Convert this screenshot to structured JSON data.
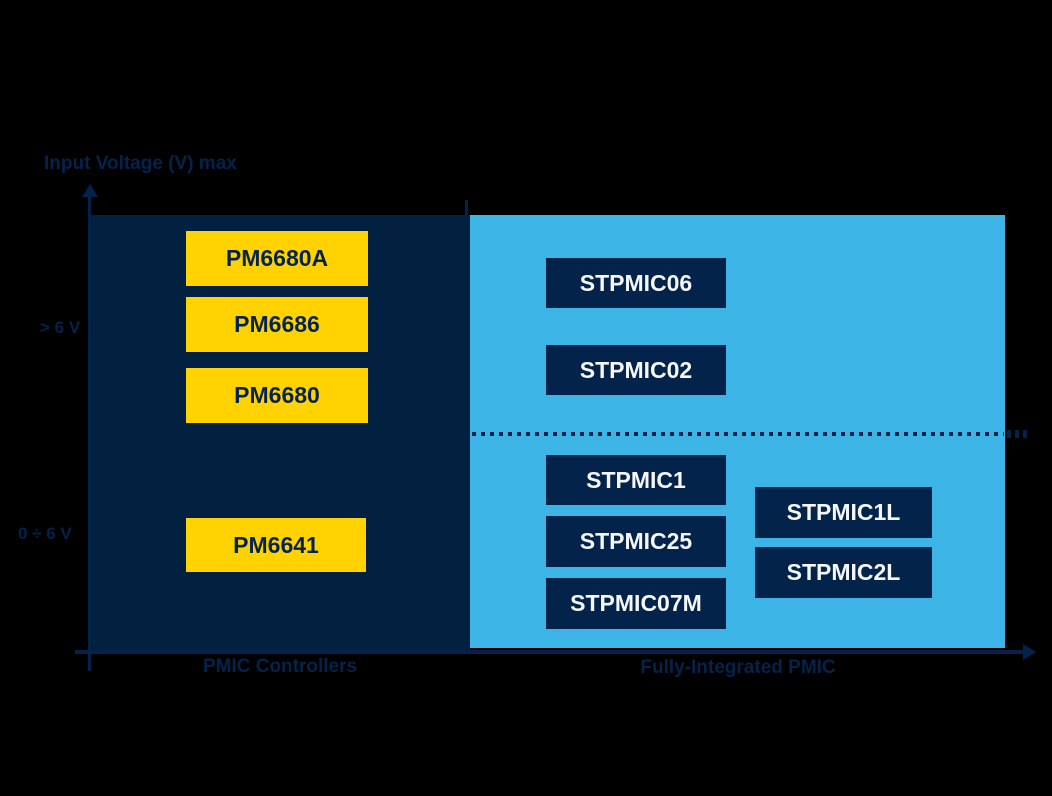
{
  "colors": {
    "background": "#000000",
    "navy": "#03234B",
    "navy_region": "#022040",
    "light_blue": "#3CB4E6",
    "yellow": "#FFD200",
    "box_text_light": "#F5F7FA"
  },
  "y_axis": {
    "title": "Input Voltage (V) max",
    "tick_high": "> 6 V",
    "tick_low": "0 ÷ 6 V"
  },
  "x_axis": {
    "category_left": "PMIC Controllers",
    "category_right": "Fully-Integrated PMIC"
  },
  "chart_data": {
    "type": "table",
    "title": "Input Voltage (V) max",
    "ylabel": "Input Voltage (V) max",
    "y_bands": [
      "> 6 V",
      "0 ÷ 6 V"
    ],
    "x_categories": [
      "PMIC Controllers",
      "Fully-Integrated PMIC"
    ],
    "legend_position": "none",
    "grid": "off",
    "cells": [
      {
        "x": "PMIC Controllers",
        "y": "> 6 V",
        "products": [
          "PM6680A",
          "PM6686",
          "PM6680"
        ]
      },
      {
        "x": "PMIC Controllers",
        "y": "0 ÷ 6 V",
        "products": [
          "PM6641"
        ]
      },
      {
        "x": "Fully-Integrated PMIC",
        "y": "> 6 V",
        "products": [
          "STPMIC06",
          "STPMIC02"
        ]
      },
      {
        "x": "Fully-Integrated PMIC",
        "y": "0 ÷ 6 V",
        "products": [
          "STPMIC1",
          "STPMIC25",
          "STPMIC07M",
          "STPMIC1L",
          "STPMIC2L"
        ]
      }
    ]
  }
}
